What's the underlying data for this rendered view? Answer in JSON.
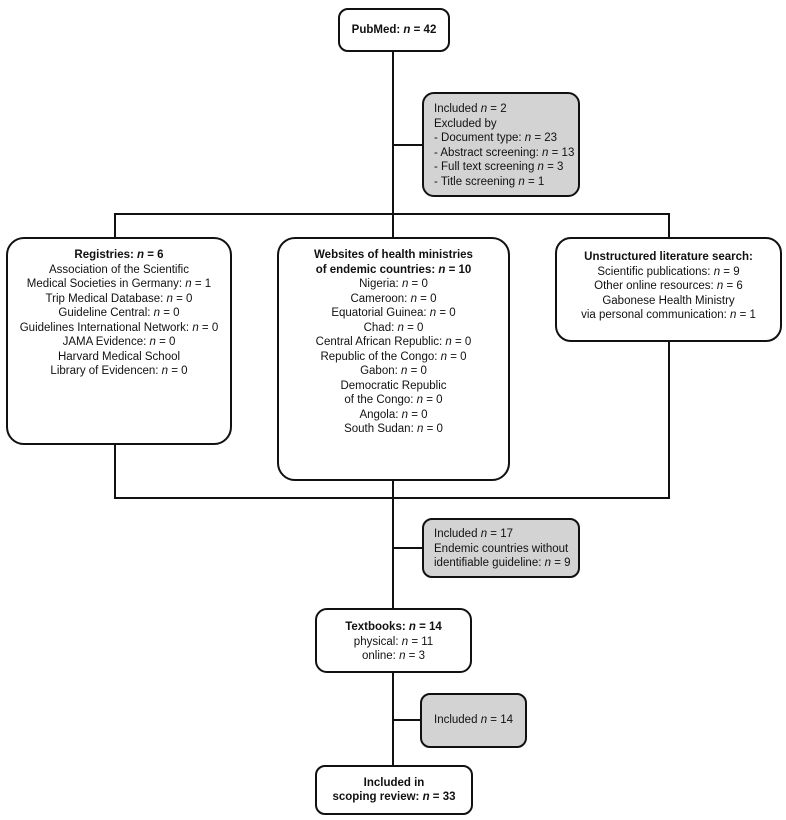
{
  "colors": {
    "box_border": "#111111",
    "gray_fill": "#d3d3d3",
    "background": "#ffffff",
    "text": "#111111"
  },
  "boxes": {
    "pubmed": {
      "title": "PubMed: n = 42"
    },
    "pubmed_screening": {
      "lines": [
        "Included n = 2",
        "Excluded by",
        "- Document type: n = 23",
        "- Abstract screening: n = 13",
        "- Full text screening n = 3",
        "- Title screening n = 1"
      ]
    },
    "registries": {
      "title": "Registries: n = 6",
      "lines": [
        "Association of the Scientific",
        "Medical Societies in Germany: n = 1",
        "Trip Medical Database: n = 0",
        "Guideline Central: n = 0",
        "Guidelines International Network: n = 0",
        "JAMA Evidence: n = 0",
        "Harvard Medical School",
        "Library of Evidencen: n = 0"
      ]
    },
    "ministries": {
      "title_line1": "Websites of health ministries",
      "title_line2": "of endemic countries: n = 10",
      "lines": [
        "Nigeria: n = 0",
        "Cameroon: n = 0",
        "Equatorial Guinea: n = 0",
        "Chad: n = 0",
        "Central African Republic: n = 0",
        "Republic of the Congo: n = 0",
        "Gabon: n = 0",
        "Democratic Republic",
        "of the Congo: n = 0",
        "Angola: n = 0",
        "South Sudan: n = 0"
      ]
    },
    "unstructured": {
      "title": "Unstructured literature search:",
      "lines": [
        "Scientific publications: n = 9",
        "Other online resources: n = 6",
        "Gabonese Health Ministry",
        "via personal communication: n = 1"
      ]
    },
    "ministries_outcome": {
      "lines": [
        "Included n = 17",
        "Endemic countries without",
        "identifiable guideline: n = 9"
      ]
    },
    "textbooks": {
      "title": "Textbooks: n = 14",
      "lines": [
        "physical: n = 11",
        "online: n = 3"
      ]
    },
    "textbooks_outcome": {
      "lines": [
        "Included n = 14"
      ]
    },
    "final": {
      "title_line1": "Included in",
      "title_line2": "scoping review: n = 33"
    }
  }
}
